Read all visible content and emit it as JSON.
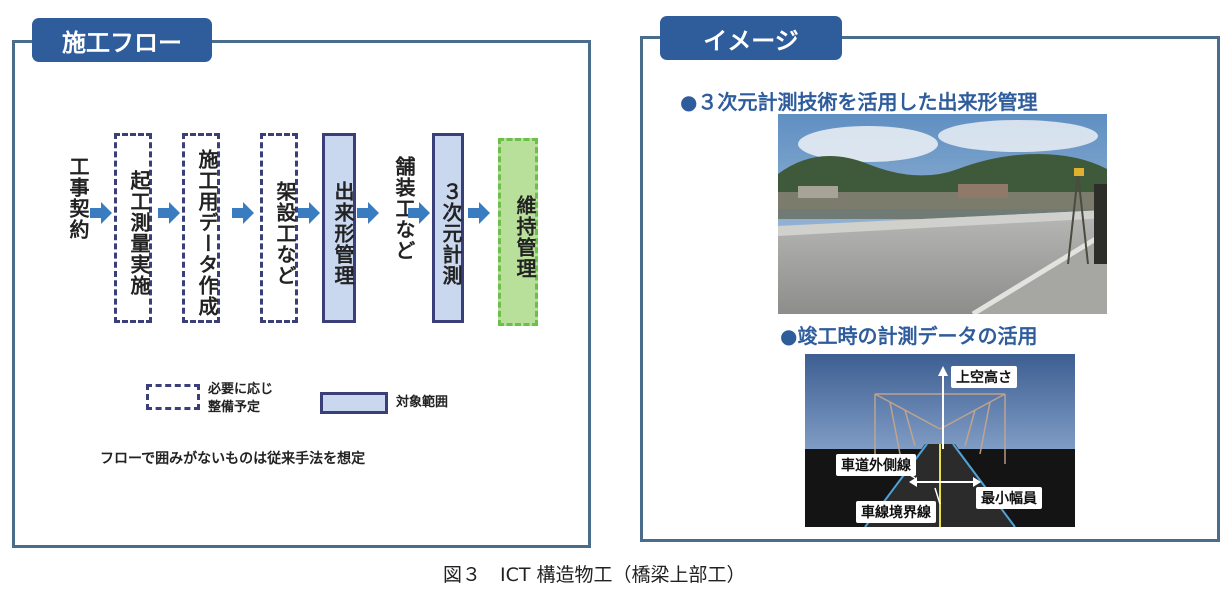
{
  "left_panel": {
    "tab": "施工フロー",
    "flow": [
      {
        "label": "工事契約",
        "style": "plain"
      },
      {
        "label": "起工測量実施",
        "style": "dashed"
      },
      {
        "label": "施工用データ作成",
        "style": "dashed"
      },
      {
        "label": "架設工など",
        "style": "dashed"
      },
      {
        "label": "出来形管理",
        "style": "solid"
      },
      {
        "label": "舗装工など",
        "style": "plain"
      },
      {
        "label": "３次元計測",
        "style": "solid"
      },
      {
        "label": "維持管理",
        "style": "green"
      }
    ],
    "legend": {
      "dashed_line1": "必要に応じ",
      "dashed_line2": "整備予定",
      "solid": "対象範囲"
    },
    "note": "フローで囲みがないものは従来手法を想定"
  },
  "right_panel": {
    "tab": "イメージ",
    "caption1": "●３次元計測技術を活用した出来形管理",
    "caption2": "●竣工時の計測データの活用",
    "annotations": {
      "height": "上空高さ",
      "outer_line": "車道外側線",
      "min_width": "最小幅員",
      "lane_boundary": "車線境界線"
    }
  },
  "figure_caption": "図３　ICT 構造物工（橋梁上部工）",
  "colors": {
    "border": "#4a6d8c",
    "tab": "#2f5d9c",
    "solid_box": "#c9d8ef",
    "green_box": "#b9e09a",
    "arrow": "#3a7cc0"
  }
}
